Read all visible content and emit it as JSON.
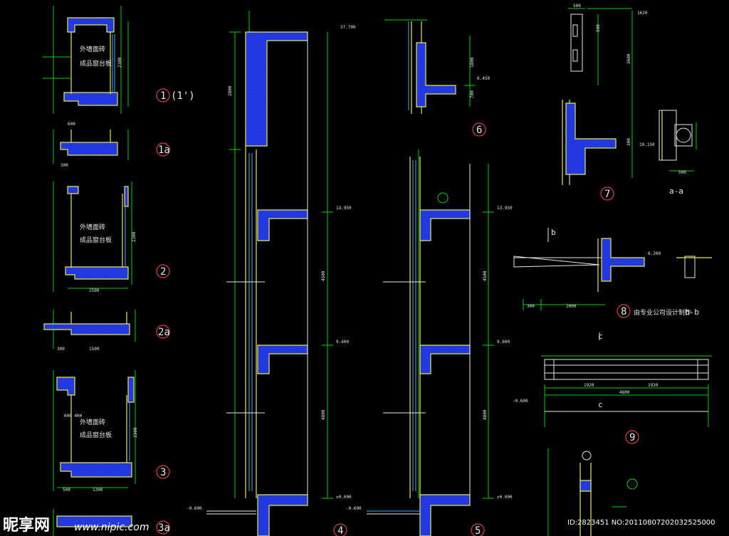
{
  "detail_labels": {
    "d1": "1",
    "d1_prime": "(1')",
    "d1a": "1a",
    "d2": "2",
    "d2a": "2a",
    "d3": "3",
    "d3a": "3a",
    "d4": "4",
    "d5": "5",
    "d6": "6",
    "d7": "7",
    "d8": "8",
    "d9": "9"
  },
  "section_marks": {
    "a_a": "a-a",
    "b_b": "b-b",
    "b": "b",
    "c": "c"
  },
  "notes": {
    "vendor_note": "由专业公司设计制作"
  },
  "dimensions": {
    "d1_h": "2300",
    "d1_w": "600",
    "d1a_w": "300",
    "d2_h": "2300",
    "d2_w": "1500",
    "d2a_w1": "300",
    "d2a_w2": "1500",
    "d3_h": "2300",
    "d3_w1": "500",
    "d3_w2": "1300",
    "d3_top": "600 400",
    "d4_top": "37.700",
    "d4_h1": "2800",
    "d4_level1": "13.950",
    "d4_h2": "4500",
    "d4_level2": "9.600",
    "d4_h3": "4800",
    "d4_level3": "±0.000",
    "d4_ground": "-0.600",
    "d5_level1": "13.950",
    "d5_level2": "9.600",
    "d5_h2": "4500",
    "d5_h3": "4800",
    "d5_level3": "±0.000",
    "d5_ground": "-0.600",
    "d6_h1": "1800",
    "d6_h2": "700",
    "d6_level": "6.450",
    "d7_top1": "500",
    "d7_top2": "1620",
    "d7_h1": "500",
    "d7_h2": "3600",
    "d7_h3": "300",
    "d7_level": "10.150",
    "aa_w": "500",
    "d8_w1": "300",
    "d8_w2": "2000",
    "d8_level": "6.200",
    "d9_w": "4800",
    "d9_s1": "1920",
    "d9_s2": "1920",
    "d9_level": "-0.600"
  },
  "watermark": {
    "brand": "昵享网",
    "url": "www.nipic.com",
    "id_text": "ID:2823451 NO:20110807202032525000"
  },
  "colors": {
    "background": "#000000",
    "dimension_lines": "#00d400",
    "outlines": "#e8e850",
    "concrete_hatch": "#1a2fd8",
    "text": "#e8e8e8",
    "glazing": "#3cb0ff",
    "label_circles": "#e04040"
  }
}
